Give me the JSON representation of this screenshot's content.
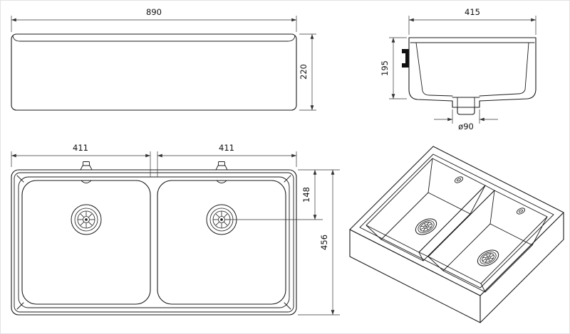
{
  "colors": {
    "line": "#1a1a1a",
    "dimension": "#333333",
    "background": "#ffffff"
  },
  "drawing": {
    "views": {
      "front": {
        "width": "890",
        "height": "220"
      },
      "side": {
        "width": "415",
        "depth": "195",
        "drain_diameter": "ø90"
      },
      "plan": {
        "bowl_left_width": "411",
        "bowl_right_width": "411",
        "drain_center_offset": "148",
        "overall_depth": "456"
      }
    }
  }
}
